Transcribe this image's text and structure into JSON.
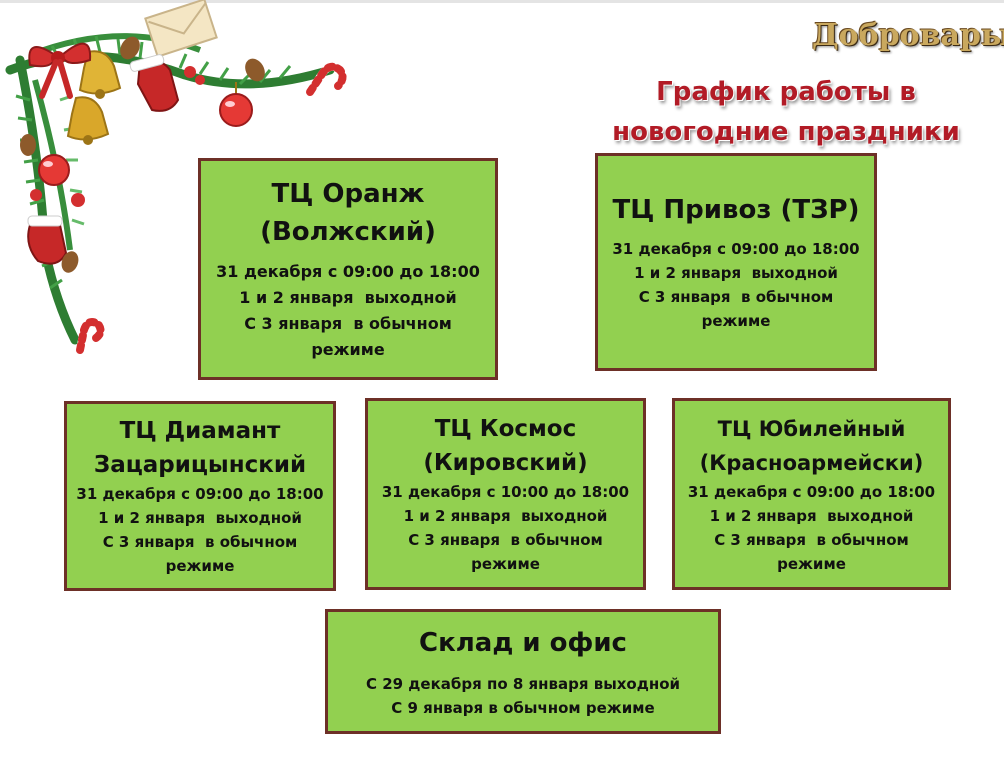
{
  "brand": {
    "name": "Добровары"
  },
  "headline": {
    "line1": "График работы в",
    "line2": "новогодние праздники"
  },
  "stores": [
    {
      "title_l1": "ТЦ Оранж",
      "title_l2": "(Волжский)",
      "lines": [
        "31 декабря с 09:00 до 18:00",
        "1 и 2 января  выходной",
        "С 3 января  в обычном",
        "режиме"
      ]
    },
    {
      "title_l1": "ТЦ Привоз (ТЗР)",
      "lines": [
        "31 декабря с 09:00 до 18:00",
        "1 и 2 января  выходной",
        "С 3 января  в обычном",
        "режиме"
      ]
    },
    {
      "title_l1": "ТЦ Диамант",
      "title_l2": "Зацарицынский",
      "lines": [
        "31 декабря с 09:00 до 18:00",
        "1 и 2 января  выходной",
        "С 3 января  в обычном",
        "режиме"
      ]
    },
    {
      "title_l1": "ТЦ Космос",
      "title_l2": "(Кировский)",
      "lines": [
        "31 декабря с 10:00 до 18:00",
        "1 и 2 января  выходной",
        "С 3 января  в обычном",
        "режиме"
      ]
    },
    {
      "title_l1": "ТЦ Юбилейный",
      "title_l2": "(Красноармейски)",
      "lines": [
        "31 декабря с 09:00 до 18:00",
        "1 и 2 января  выходной",
        "С 3 января  в обычном",
        "режиме"
      ]
    }
  ],
  "warehouse": {
    "title": "Склад и офис",
    "lines": [
      "С 29 декабря по 8 января выходной",
      "С 9 января в обычном режиме"
    ]
  },
  "colors": {
    "box_fill": "#92d050",
    "box_border": "#6d3027",
    "headline": "#b21b26",
    "brand": "#c9a85e"
  },
  "decoration": {
    "icon": "christmas-garland-icon"
  }
}
